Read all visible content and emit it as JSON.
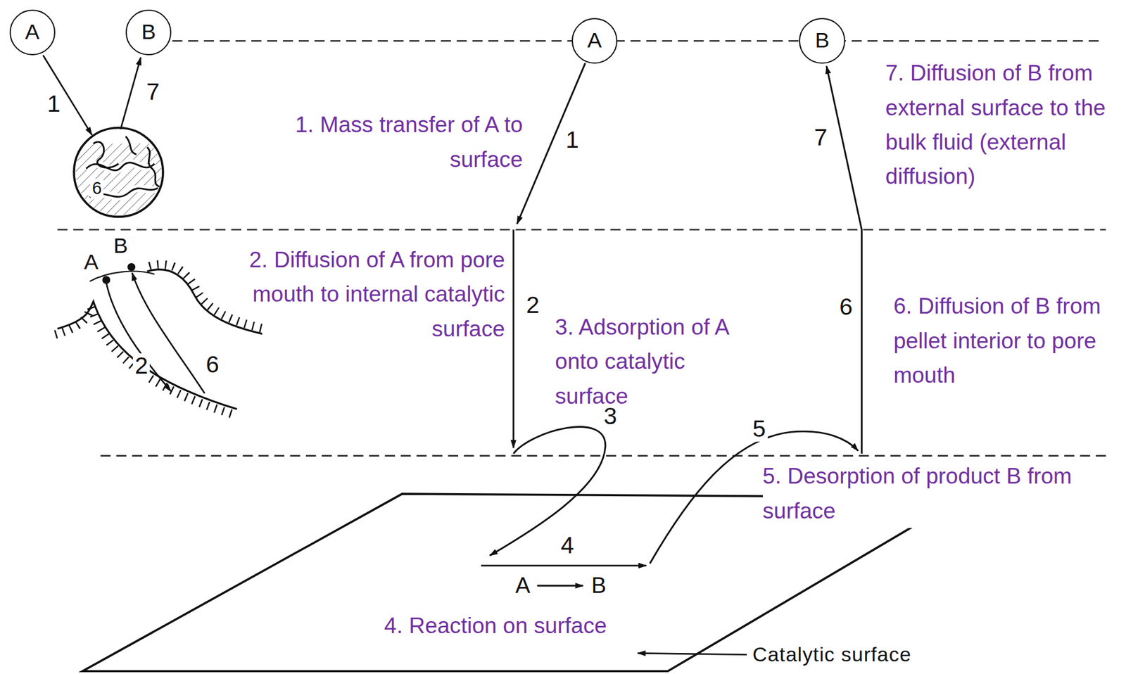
{
  "diagram": {
    "nodes": [
      {
        "text": [
          "A"
        ]
      },
      {
        "text": [
          "B"
        ]
      },
      {
        "text": [
          "A"
        ]
      },
      {
        "text": [
          "B"
        ]
      }
    ],
    "labels": [
      "1",
      "7",
      "6",
      "A",
      "B",
      "2",
      "6",
      "1. Mass transfer of A to surface",
      "1",
      "7",
      "7. Diffusion of B from external surface to the bulk fluid (external diffusion)",
      "2. Diffusion of A from pore mouth to internal catalytic surface",
      "2",
      "3. Adsorption of A onto catalytic surface",
      "6",
      "6. Diffusion of B from pellet interior to pore mouth",
      "3",
      "5",
      "5. Desorption of product B from surface",
      "4",
      "A",
      "B",
      "4. Reaction on surface",
      "Catalytic surface"
    ]
  }
}
